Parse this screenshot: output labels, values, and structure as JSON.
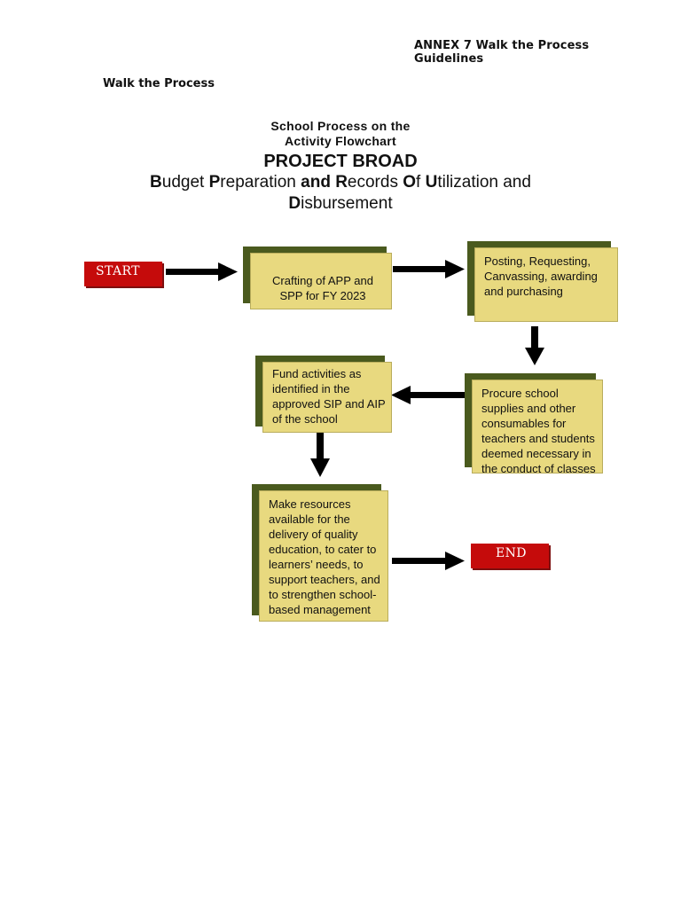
{
  "header": {
    "annex": "ANNEX 7 Walk the Process Guidelines",
    "section": "Walk the Process"
  },
  "title": {
    "line1": "School Process on the",
    "line2": "Activity Flowchart",
    "project": "PROJECT BROAD",
    "full_parts": [
      {
        "b": "B",
        "t": "udget "
      },
      {
        "b": "P",
        "t": "reparation "
      },
      {
        "b": "and R",
        "t": "ecords "
      },
      {
        "b": "O",
        "t": "f "
      },
      {
        "b": "U",
        "t": "tilization and"
      },
      {
        "b": "D",
        "t": "isbursement"
      }
    ]
  },
  "flow": {
    "start": "START",
    "end": "END",
    "step1": "Crafting of APP and SPP for FY 2023",
    "step2": "Posting, Requesting, Canvassing, awarding and purchasing",
    "step3": "Procure school supplies and other consumables for teachers and students deemed necessary in the conduct of classes",
    "step4": "Fund activities as identified in the approved SIP and AIP of the school",
    "step5": "Make resources available for the delivery of quality education, to cater to learners’ needs, to support teachers, and to strengthen school-based management"
  },
  "colors": {
    "terminal": "#c50b0b",
    "box_fill": "#e8d97f",
    "box_shadow": "#4a5a1e",
    "arrow": "#000000"
  }
}
